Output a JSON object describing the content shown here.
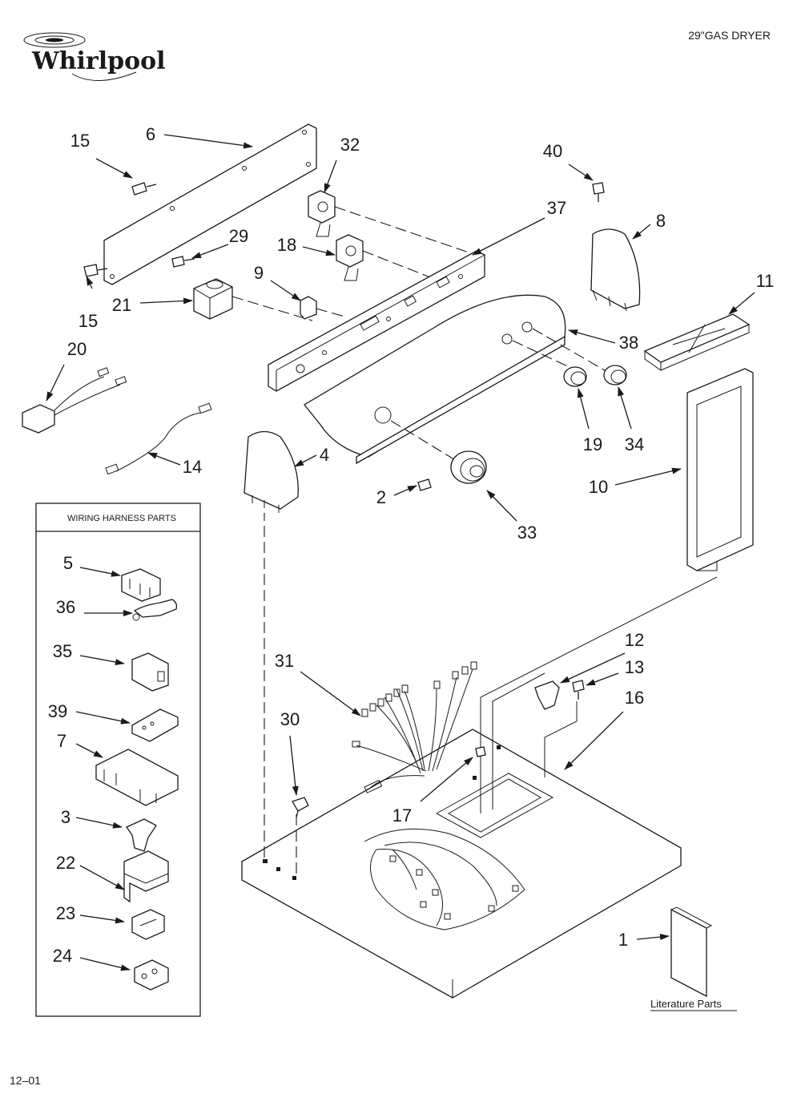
{
  "brand": "Whirlpool",
  "page_title": "29\"GAS DRYER",
  "footer_code": "12–01",
  "wiring_harness_box_title": "WIRING HARNESS PARTS",
  "literature_label": "Literature Parts",
  "callouts": {
    "c1": "1",
    "c2": "2",
    "c3": "3",
    "c4": "4",
    "c5": "5",
    "c6": "6",
    "c7": "7",
    "c8": "8",
    "c9": "9",
    "c10": "10",
    "c11": "11",
    "c12": "12",
    "c13": "13",
    "c14": "14",
    "c15a": "15",
    "c15b": "15",
    "c16": "16",
    "c17": "17",
    "c18": "18",
    "c19": "19",
    "c20": "20",
    "c21": "21",
    "c22": "22",
    "c23": "23",
    "c24": "24",
    "c29": "29",
    "c30": "30",
    "c31": "31",
    "c32": "32",
    "c33": "33",
    "c34": "34",
    "c35": "35",
    "c36": "36",
    "c37": "37",
    "c38": "38",
    "c39": "39",
    "c40": "40"
  }
}
